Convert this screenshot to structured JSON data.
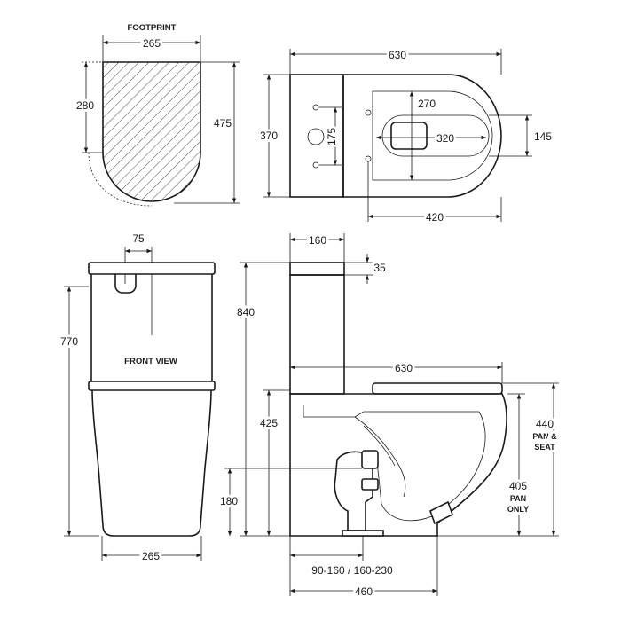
{
  "footprint": {
    "title": "FOOTPRINT",
    "width": "265",
    "partial_height": "280",
    "depth": "475"
  },
  "top_view": {
    "length": "630",
    "width": "370",
    "fixing_spacing": "175",
    "bowl_depth": "270",
    "bowl_width": "320",
    "bowl_inner": "145",
    "fixing_to_front": "420"
  },
  "front_view": {
    "title": "FRONT VIEW",
    "button_offset": "75",
    "height": "770",
    "width": "265"
  },
  "side_view": {
    "cistern_depth": "160",
    "lid_thickness": "35",
    "overall_height": "840",
    "pan_length": "630",
    "seat_height_main": "425",
    "outlet_height": "180",
    "pan_seat_height": "440",
    "pan_seat_label_1": "PAN &",
    "pan_seat_label_2": "SEAT",
    "pan_only_height": "405",
    "pan_only_label_1": "PAN",
    "pan_only_label_2": "ONLY",
    "setout_range": "90-160  /  160-230",
    "base_depth": "460"
  }
}
